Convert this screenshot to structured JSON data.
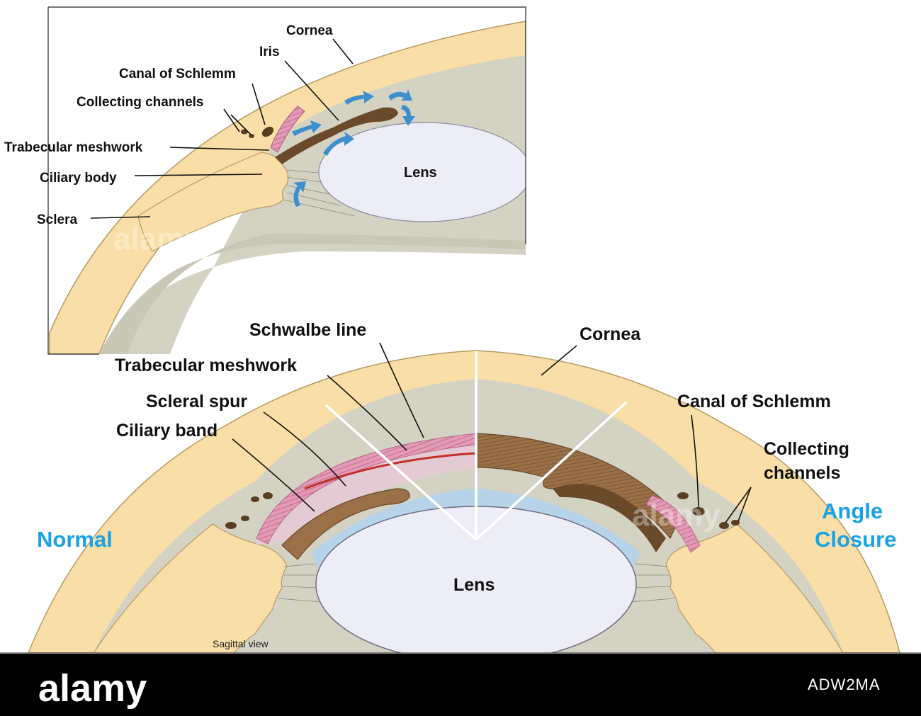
{
  "inset": {
    "labels": {
      "cornea": "Cornea",
      "iris": "Iris",
      "canal": "Canal of Schlemm",
      "collecting": "Collecting channels",
      "trabecular": "Trabecular meshwork",
      "ciliary_body": "Ciliary body",
      "sclera": "Sclera",
      "lens": "Lens"
    }
  },
  "main": {
    "labels": {
      "schwalbe": "Schwalbe line",
      "cornea": "Cornea",
      "trabecular": "Trabecular meshwork",
      "scleral_spur": "Scleral spur",
      "ciliary_band": "Ciliary band",
      "canal": "Canal of Schlemm",
      "collecting_1": "Collecting",
      "collecting_2": "channels",
      "normal": "Normal",
      "angle_1": "Angle",
      "angle_2": "Closure",
      "lens": "Lens",
      "caption": "Sagittal view"
    }
  },
  "watermark": "alamy",
  "footer": {
    "brand": "alamy",
    "image_id": "ADW2MA"
  },
  "colors": {
    "sclera": "#f9dfa7",
    "chamber": "#d4d2c2",
    "lens": "#ecedf6",
    "iris": "#6a4a2a",
    "meshwork": "#d98aa8",
    "arrow": "#3e8fce",
    "label_blue": "#1aa2e6",
    "footer_bg": "#000000"
  }
}
